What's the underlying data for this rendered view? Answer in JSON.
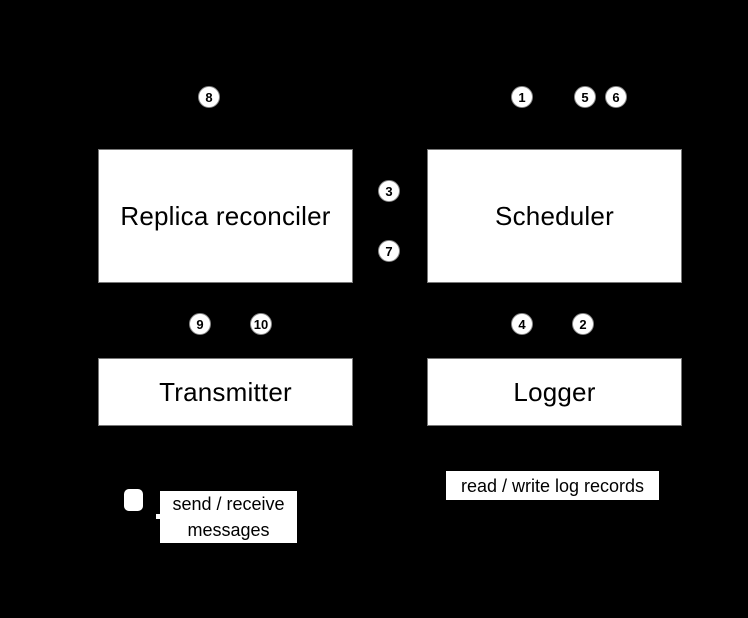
{
  "diagram": {
    "title_hint": "component diagram",
    "colors": {
      "background": "#000000",
      "node_fill": "#ffffff",
      "node_text": "#000000"
    },
    "nodes": {
      "replica_reconciler": "Replica reconciler",
      "scheduler": "Scheduler",
      "transmitter": "Transmitter",
      "logger": "Logger"
    },
    "markers": [
      "8",
      "1",
      "5",
      "6",
      "3",
      "7",
      "9",
      "10",
      "4",
      "2"
    ],
    "annotations": {
      "send_receive": "send / receive\nmessages",
      "read_write": "read / write log records"
    }
  }
}
